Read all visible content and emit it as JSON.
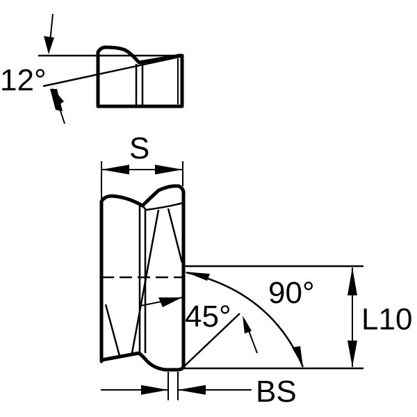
{
  "diagram": {
    "type": "technical-drawing",
    "subject": "cutting insert profile",
    "colors": {
      "line": "#000000",
      "background": "#ffffff"
    },
    "labels": {
      "top_view_angle": "12°",
      "width_dimension": "S",
      "chamfer_angle": "45°",
      "corner_angle": "90°",
      "length_dimension": "L10",
      "land_width_dimension": "BS"
    }
  }
}
